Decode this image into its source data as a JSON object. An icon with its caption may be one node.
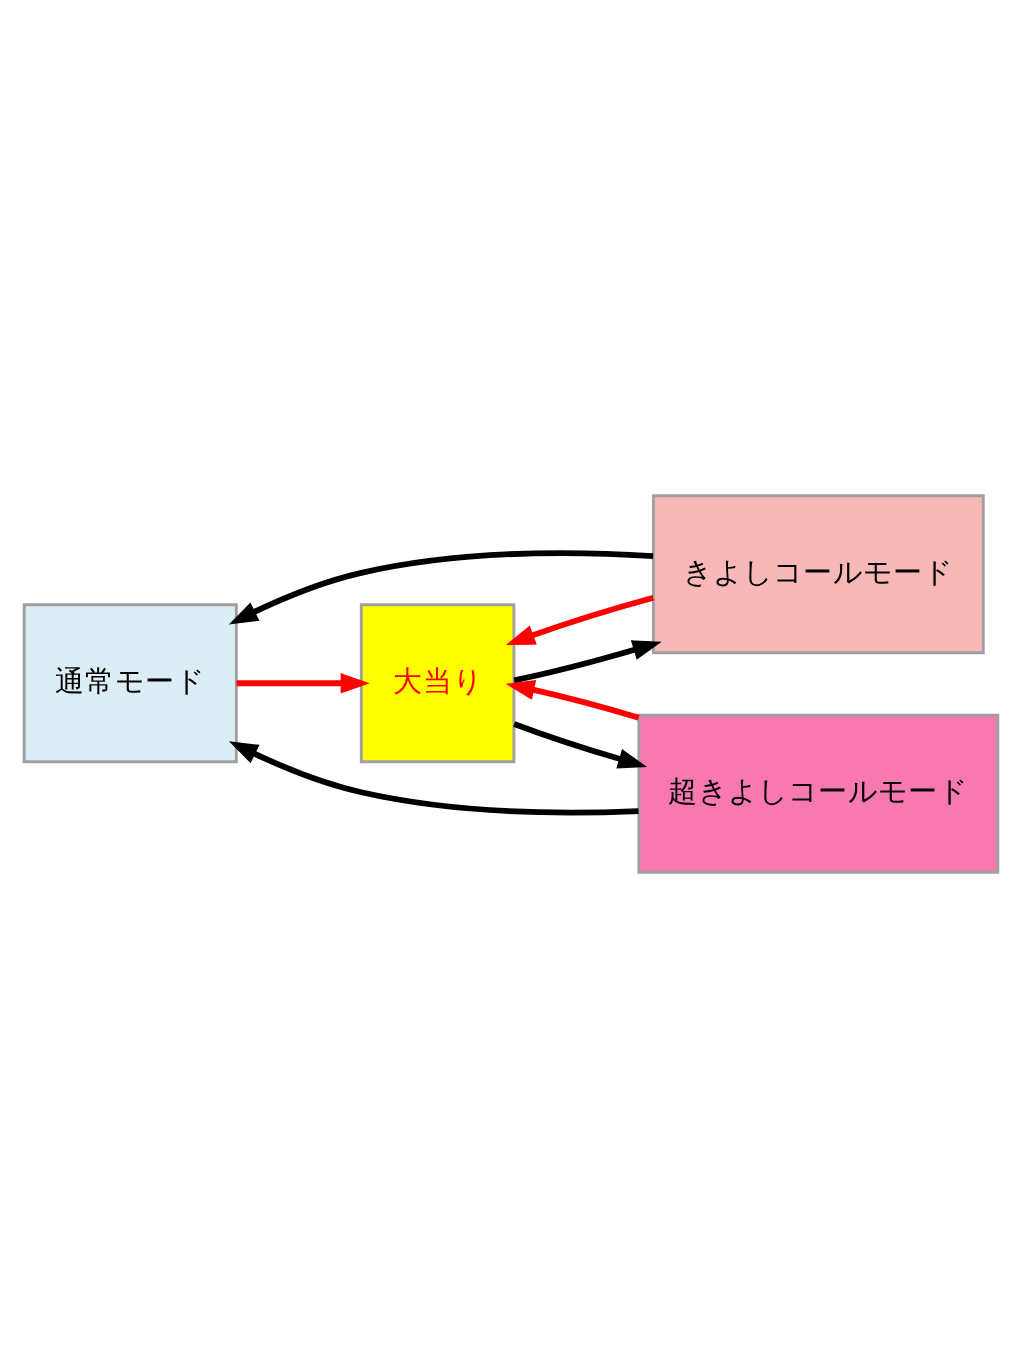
{
  "diagram": {
    "nodes": [
      {
        "text": [
          "通常モード"
        ]
      },
      {
        "text": [
          "大当り"
        ]
      },
      {
        "text": [
          "きよしコールモード"
        ]
      },
      {
        "text": [
          "超きよしコールモード"
        ]
      }
    ],
    "edges": [
      {
        "from": 1,
        "to": 3,
        "arrow": "to"
      },
      {
        "from": 3,
        "to": 1,
        "arrow": "to",
        "color": "#ff0000"
      },
      {
        "from": 0,
        "to": 1,
        "arrow": "to",
        "color": "#ff0000"
      },
      {
        "from": 1,
        "to": 2,
        "arrow": "to"
      },
      {
        "from": 2,
        "to": 1,
        "arrow": "to",
        "color": "#ff0000"
      },
      {
        "from": 2,
        "to": 0,
        "arrow": "to"
      },
      {
        "from": 3,
        "to": 0,
        "arrow": "to"
      }
    ]
  }
}
